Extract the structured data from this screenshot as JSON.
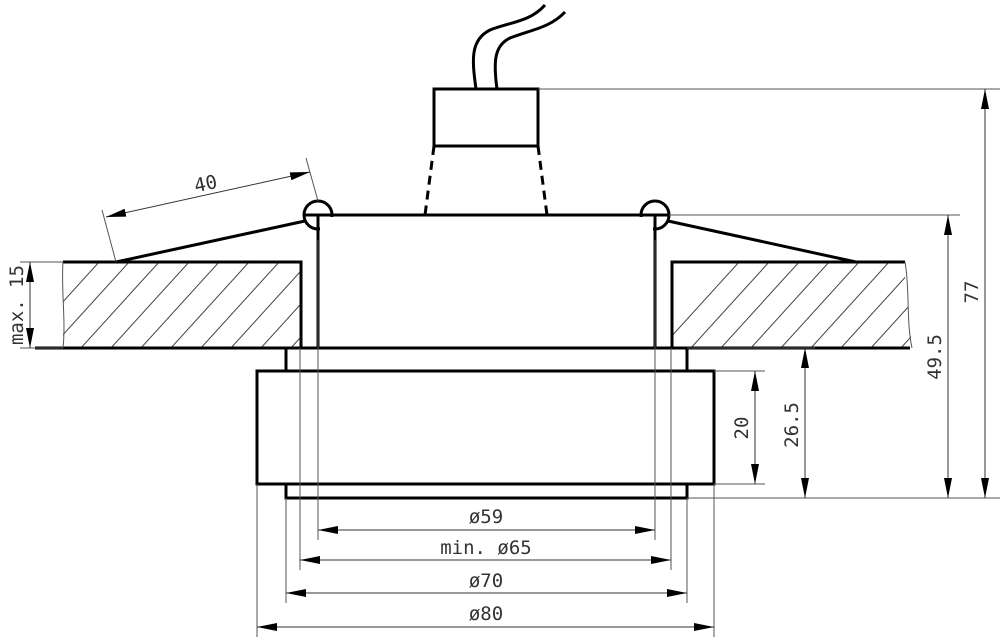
{
  "drawing": {
    "type": "technical-drawing",
    "subject": "recessed downlight fixture cross-section",
    "stroke_color": "#000000",
    "dim_color": "#333333"
  },
  "dimensions": {
    "ceiling_thickness": {
      "label": "max. 15"
    },
    "clip_length": {
      "label": "40"
    },
    "d59": {
      "label": "ø59"
    },
    "d65": {
      "label": "min. ø65"
    },
    "d70": {
      "label": "ø70"
    },
    "d80": {
      "label": "ø80"
    },
    "h20": {
      "label": "20"
    },
    "h26_5": {
      "label": "26.5"
    },
    "h49_5": {
      "label": "49.5"
    },
    "h77": {
      "label": "77"
    }
  }
}
